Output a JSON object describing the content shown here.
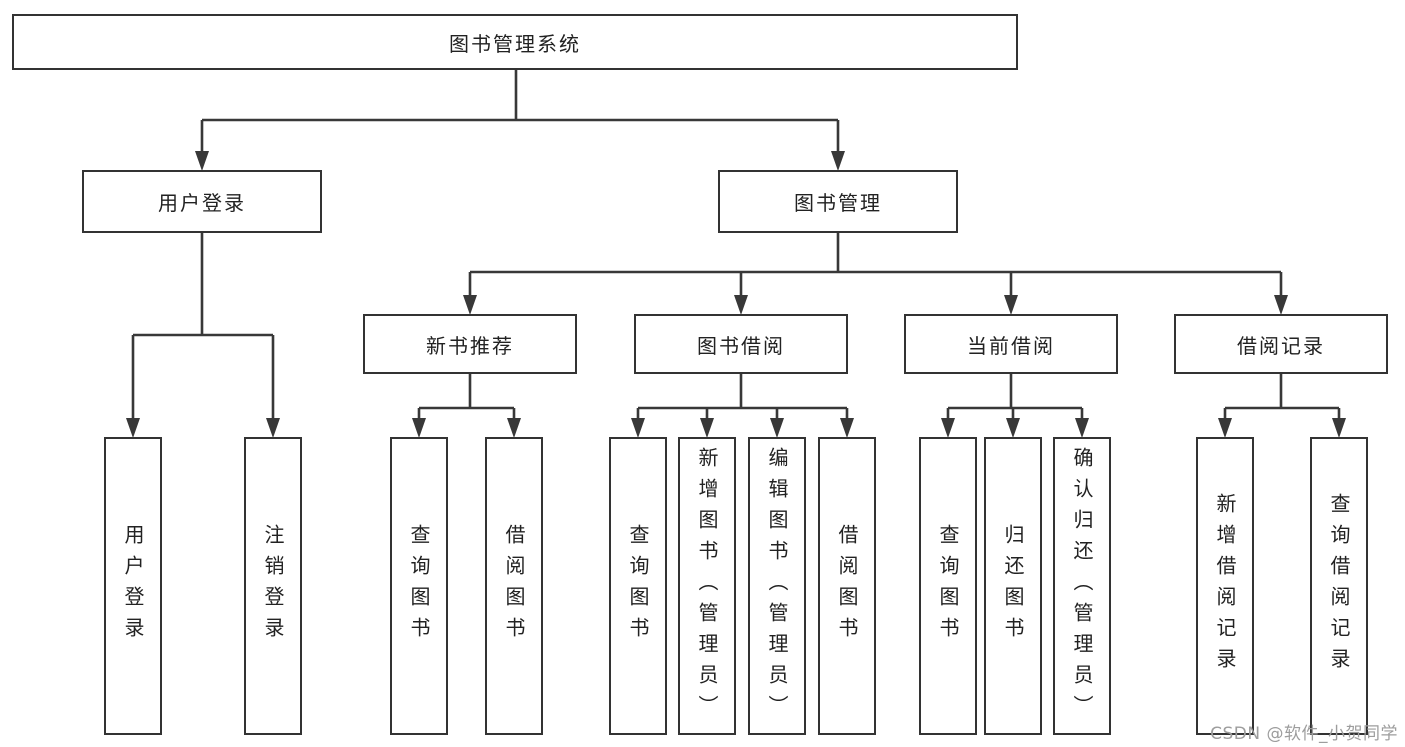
{
  "diagram": {
    "type": "hierarchy-tree",
    "title": "图书管理系统",
    "nodes": {
      "root": "图书管理系统",
      "user_login": "用户登录",
      "book_mgmt": "图书管理",
      "new_book_rec": "新书推荐",
      "book_borrow": "图书借阅",
      "current_borrow": "当前借阅",
      "borrow_record": "借阅记录",
      "leaf_user_login": "用户登录",
      "leaf_logout": "注销登录",
      "leaf_query_book_rec": "查询图书",
      "leaf_borrow_book_rec": "借阅图书",
      "leaf_query_book_borrow": "查询图书",
      "leaf_add_book_admin": "新增图书（管理员）",
      "leaf_edit_book_admin": "编辑图书（管理员）",
      "leaf_borrow_book_borrow": "借阅图书",
      "leaf_query_book_cur": "查询图书",
      "leaf_return_book": "归还图书",
      "leaf_confirm_return_admin": "确认归还（管理员）",
      "leaf_add_borrow_record": "新增借阅记录",
      "leaf_query_borrow_record": "查询借阅记录"
    },
    "edges": [
      {
        "from": "root",
        "to": [
          "user_login",
          "book_mgmt"
        ]
      },
      {
        "from": "user_login",
        "to": [
          "leaf_user_login",
          "leaf_logout"
        ]
      },
      {
        "from": "book_mgmt",
        "to": [
          "new_book_rec",
          "book_borrow",
          "current_borrow",
          "borrow_record"
        ]
      },
      {
        "from": "new_book_rec",
        "to": [
          "leaf_query_book_rec",
          "leaf_borrow_book_rec"
        ]
      },
      {
        "from": "book_borrow",
        "to": [
          "leaf_query_book_borrow",
          "leaf_add_book_admin",
          "leaf_edit_book_admin",
          "leaf_borrow_book_borrow"
        ]
      },
      {
        "from": "current_borrow",
        "to": [
          "leaf_query_book_cur",
          "leaf_return_book",
          "leaf_confirm_return_admin"
        ]
      },
      {
        "from": "borrow_record",
        "to": [
          "leaf_add_borrow_record",
          "leaf_query_borrow_record"
        ]
      }
    ],
    "colors": {
      "line": "#383838",
      "box_border": "#333333",
      "text": "#222222",
      "background": "#ffffff",
      "watermark": "#9d9d9d"
    }
  },
  "watermark": {
    "text": "CSDN @软件_小贺同学"
  }
}
